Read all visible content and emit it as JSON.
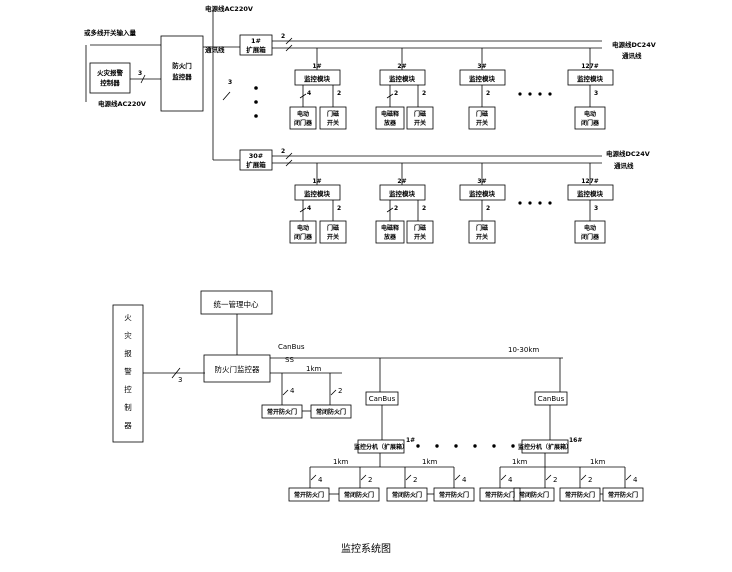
{
  "top": {
    "label_multi_switch": "或多线开关输入量",
    "fire_alarm_controller": [
      "火灾报警",
      "控制器"
    ],
    "label_power_220_left": "电源线AC220V",
    "fire_door_monitor": [
      "防火门",
      "监控器"
    ],
    "label_power_220_top": "电源线AC220V",
    "label_comm": "通讯线",
    "expansion_box_1": [
      "1#",
      "扩展箱"
    ],
    "expansion_box_30": [
      "30#",
      "扩展箱"
    ],
    "label_power_24_a": "电源线DC24V",
    "label_comm_a": "通讯线",
    "label_power_24_b": "电源线DC24V",
    "label_comm_b": "通讯线",
    "modules_row1": [
      {
        "num": "1#",
        "name": "监控模块"
      },
      {
        "num": "2#",
        "name": "监控模块"
      },
      {
        "num": "3#",
        "name": "监控模块"
      },
      {
        "num": "127#",
        "name": "监控模块"
      }
    ],
    "modules_row2": [
      {
        "num": "1#",
        "name": "监控模块"
      },
      {
        "num": "2#",
        "name": "监控模块"
      },
      {
        "num": "3#",
        "name": "监控模块"
      },
      {
        "num": "127#",
        "name": "监控模块"
      }
    ],
    "devices_row1": [
      [
        "电动",
        "闭门器"
      ],
      [
        "门磁",
        "开关"
      ],
      [
        "电磁释",
        "放器"
      ],
      [
        "门磁",
        "开关"
      ],
      [
        "门磁",
        "开关"
      ],
      [
        "电动",
        "闭门器"
      ]
    ],
    "devices_row2": [
      [
        "电动",
        "闭门器"
      ],
      [
        "门磁",
        "开关"
      ],
      [
        "电磁释",
        "放器"
      ],
      [
        "门磁",
        "开关"
      ],
      [
        "门磁",
        "开关"
      ],
      [
        "电动",
        "闭门器"
      ]
    ],
    "wire_counts": {
      "two": "2",
      "three": "3",
      "four": "4"
    }
  },
  "bottom": {
    "fire_alarm_controller_vertical": [
      "火",
      "灾",
      "报",
      "警",
      "控",
      "制",
      "器"
    ],
    "management_center": "统一管理中心",
    "fire_door_monitor": "防火门监控器",
    "canbus_label": "CanBus",
    "ss_label": "SS",
    "distance_10_30": "10-30km",
    "distance_1km": "1km",
    "canbus_box": "CanBus",
    "door_normally_open": "常开防火门",
    "door_normally_closed": "常闭防火门",
    "sub_monitor_box": "监控分机（扩展箱）",
    "sub_monitor_index_1": "1#",
    "sub_monitor_index_16": "16#",
    "wire_counts": {
      "two": "2",
      "three": "3",
      "four": "4"
    }
  },
  "caption": "监控系统图"
}
